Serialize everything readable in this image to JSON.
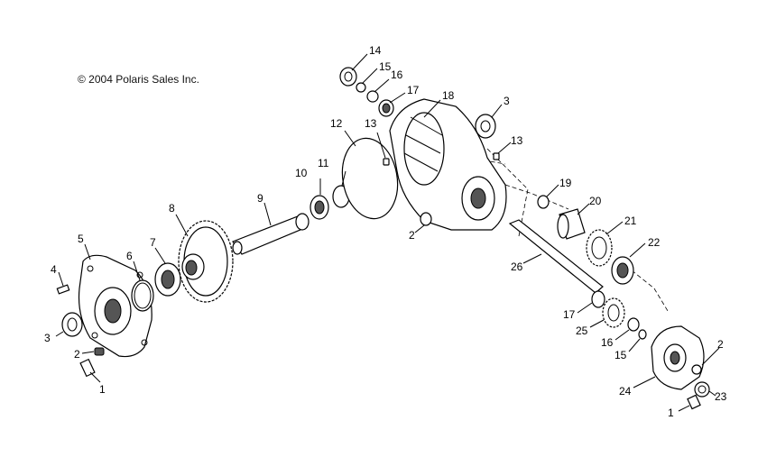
{
  "copyright": "© 2004 Polaris Sales Inc.",
  "callouts": [
    {
      "id": "c14",
      "text": "14"
    },
    {
      "id": "c15a",
      "text": "15"
    },
    {
      "id": "c16a",
      "text": "16"
    },
    {
      "id": "c17a",
      "text": "17"
    },
    {
      "id": "c18",
      "text": "18"
    },
    {
      "id": "c3a",
      "text": "3"
    },
    {
      "id": "c12",
      "text": "12"
    },
    {
      "id": "c13a",
      "text": "13"
    },
    {
      "id": "c13b",
      "text": "13"
    },
    {
      "id": "c11",
      "text": "11"
    },
    {
      "id": "c10",
      "text": "10"
    },
    {
      "id": "c9",
      "text": "9"
    },
    {
      "id": "c8",
      "text": "8"
    },
    {
      "id": "c7",
      "text": "7"
    },
    {
      "id": "c6",
      "text": "6"
    },
    {
      "id": "c5",
      "text": "5"
    },
    {
      "id": "c4",
      "text": "4"
    },
    {
      "id": "c3b",
      "text": "3"
    },
    {
      "id": "c2a",
      "text": "2"
    },
    {
      "id": "c1a",
      "text": "1"
    },
    {
      "id": "c2b",
      "text": "2"
    },
    {
      "id": "c19",
      "text": "19"
    },
    {
      "id": "c20",
      "text": "20"
    },
    {
      "id": "c21",
      "text": "21"
    },
    {
      "id": "c22",
      "text": "22"
    },
    {
      "id": "c26",
      "text": "26"
    },
    {
      "id": "c17b",
      "text": "17"
    },
    {
      "id": "c25",
      "text": "25"
    },
    {
      "id": "c16b",
      "text": "16"
    },
    {
      "id": "c15b",
      "text": "15"
    },
    {
      "id": "c2c",
      "text": "2"
    },
    {
      "id": "c24",
      "text": "24"
    },
    {
      "id": "c23",
      "text": "23"
    },
    {
      "id": "c1b",
      "text": "1"
    }
  ]
}
